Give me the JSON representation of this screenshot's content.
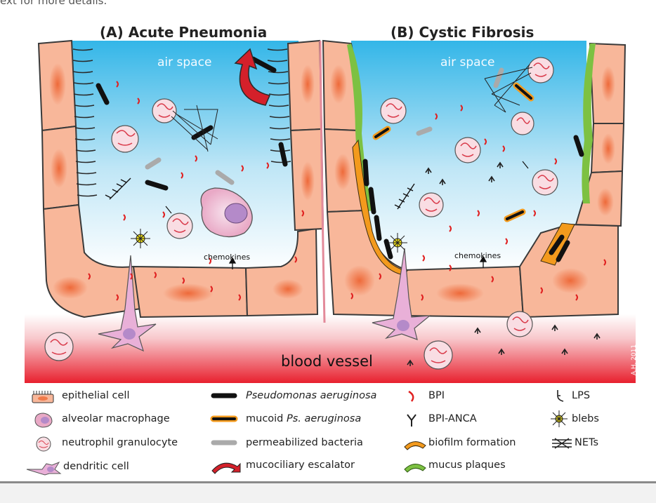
{
  "caption_fragment": "ext for more details.",
  "panel_a": {
    "title": "(A) Acute Pneumonia",
    "air_label": "air space",
    "chemo_label": "chemokines"
  },
  "panel_b": {
    "title": "(B) Cystic Fibrosis",
    "air_label": "air space",
    "chemo_label": "chemokines"
  },
  "blood_label": "blood vessel",
  "signature": "A.H. 2011",
  "legend": {
    "col1": [
      "epithelial cell",
      "alveolar macrophage",
      "neutrophil granulocyte",
      "dendritic cell"
    ],
    "col2": [
      {
        "italic": "Pseudomonas aeruginosa",
        "pre": "",
        "post": ""
      },
      {
        "pre": "mucoid ",
        "italic": "Ps. aeruginosa",
        "post": ""
      },
      {
        "pre": "permeabilized bacteria",
        "italic": "",
        "post": ""
      },
      {
        "pre": "mucociliary escalator",
        "italic": "",
        "post": ""
      }
    ],
    "col3": [
      "BPI",
      "BPI-ANCA",
      "biofilm formation",
      "mucus plaques"
    ],
    "col4": [
      "LPS",
      "blebs",
      "NETs"
    ]
  },
  "colors": {
    "cell_fill": "#f8b79a",
    "cell_nucleus": "#f07a4a",
    "cell_outline": "#3a3a3a",
    "air_top": "#33b6e8",
    "blood": "#e8202e",
    "bpi": "#e02020",
    "bacteria": "#111111",
    "mucoid": "#f39a1d",
    "permeabilized": "#a9a9a9",
    "escalator": "#d4202a",
    "mucus": "#7dc142"
  }
}
